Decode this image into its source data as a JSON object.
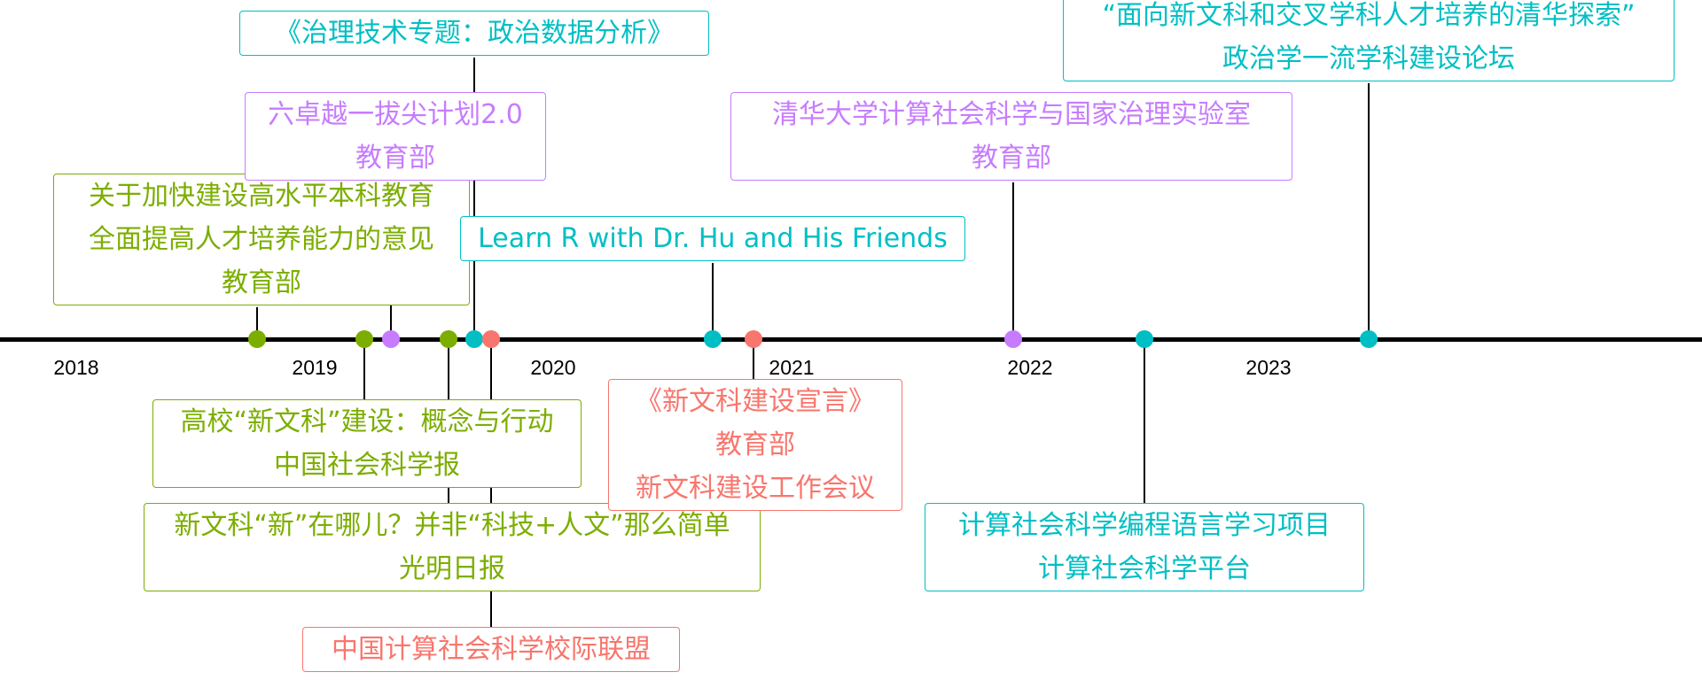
{
  "colors": {
    "green": "#7cae00",
    "purple": "#c77cff",
    "teal": "#00bfc4",
    "red": "#f8766d",
    "axis": "#000000"
  },
  "years": [
    "2018",
    "2019",
    "2020",
    "2021",
    "2022",
    "2023"
  ],
  "events": [
    {
      "id": "ev-gaoshuiping",
      "year_value": 2018.76,
      "color": "green",
      "lines": [
        "关于加快建设高水平本科教育",
        "全面提高人才培养能力的意见",
        "教育部"
      ]
    },
    {
      "id": "ev-gaoxiao",
      "year_value": 2019.21,
      "color": "green",
      "lines": [
        "高校“新文科”建设：概念与行动",
        "中国社会科学报"
      ]
    },
    {
      "id": "ev-liuzhuoyue",
      "year_value": 2019.32,
      "color": "purple",
      "lines": [
        "六卓越一拔尖计划2.0",
        "教育部"
      ]
    },
    {
      "id": "ev-xinwenke-nar",
      "year_value": 2019.56,
      "color": "green",
      "lines": [
        "新文科“新”在哪儿？并非“科技+人文”那么简单",
        "光明日报"
      ]
    },
    {
      "id": "ev-zhili",
      "year_value": 2019.67,
      "color": "teal",
      "lines": [
        "《治理技术专题：政治数据分析》"
      ]
    },
    {
      "id": "ev-lianmeng",
      "year_value": 2019.74,
      "color": "red",
      "lines": [
        "中国计算社会科学校际联盟"
      ]
    },
    {
      "id": "ev-learnr",
      "year_value": 2020.67,
      "color": "teal",
      "lines": [
        "Learn R with Dr. Hu and His Friends"
      ]
    },
    {
      "id": "ev-xuanyan",
      "year_value": 2020.84,
      "color": "red",
      "lines": [
        "《新文科建设宣言》",
        "教育部",
        "新文科建设工作会议"
      ]
    },
    {
      "id": "ev-shiyanshi",
      "year_value": 2021.93,
      "color": "purple",
      "lines": [
        "清华大学计算社会科学与国家治理实验室",
        "教育部"
      ]
    },
    {
      "id": "ev-bianchengyuyan",
      "year_value": 2022.48,
      "color": "teal",
      "lines": [
        "计算社会科学编程语言学习项目",
        "计算社会科学平台"
      ]
    },
    {
      "id": "ev-luntan",
      "year_value": 2023.42,
      "color": "teal",
      "lines": [
        "“面向新文科和交叉学科人才培养的清华探索”",
        "政治学一流学科建设论坛"
      ]
    }
  ]
}
